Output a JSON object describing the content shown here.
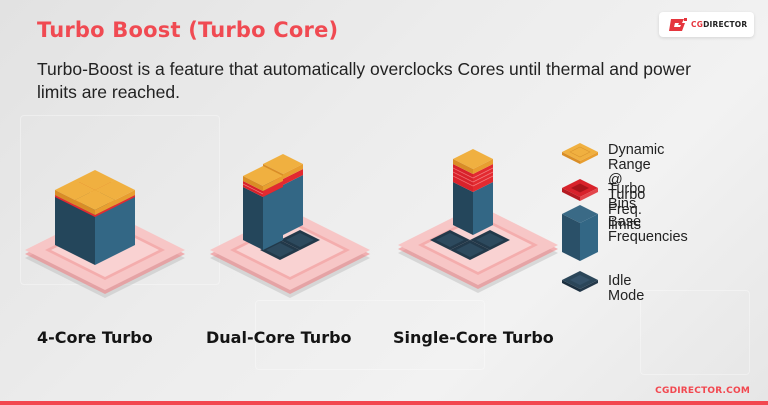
{
  "header": {
    "title": "Turbo Boost (Turbo Core)",
    "subtitle": "Turbo-Boost is a feature that automatically overclocks Cores until thermal and power limits are reached."
  },
  "logo": {
    "brand_prefix": "CG",
    "brand_suffix": "DIRECTOR",
    "icon": "cgdirector-logo-icon"
  },
  "figures": [
    {
      "caption": "4-Core Turbo",
      "active_cores": 4,
      "turbo_bins": 1
    },
    {
      "caption": "Dual-Core Turbo",
      "active_cores": 2,
      "turbo_bins": 3
    },
    {
      "caption": "Single-Core Turbo",
      "active_cores": 1,
      "turbo_bins": 5
    }
  ],
  "legend": {
    "items": [
      {
        "label": "Dynamic Range @ Turbo Freq. limits",
        "line1": "Dynamic Range @",
        "line2": "Turbo Freq. limits",
        "icon": "dynamic-range-tile-icon",
        "color": "#e8a33a"
      },
      {
        "label": "Turbo Bins",
        "line1": "Turbo Bins",
        "line2": "",
        "icon": "turbo-bins-tile-icon",
        "color": "#d8222b"
      },
      {
        "label": "Base Frequencies",
        "line1": "Base",
        "line2": "Frequencies",
        "icon": "base-frequency-block-icon",
        "color": "#2f566b"
      },
      {
        "label": "Idle Mode",
        "line1": "Idle Mode",
        "line2": "",
        "icon": "idle-mode-tile-icon",
        "color": "#24394a"
      }
    ]
  },
  "footer": {
    "url": "CGDIRECTOR.COM"
  },
  "colors": {
    "accent_red": "#f2474f",
    "title_red": "#f04a52",
    "gold_top": "#f0b040",
    "gold_side": "#d98d26",
    "turbo_red": "#d8222b",
    "base_left": "#25475c",
    "base_right": "#346884",
    "idle": "#22394a",
    "platform_pink": "#f7c3c3"
  }
}
